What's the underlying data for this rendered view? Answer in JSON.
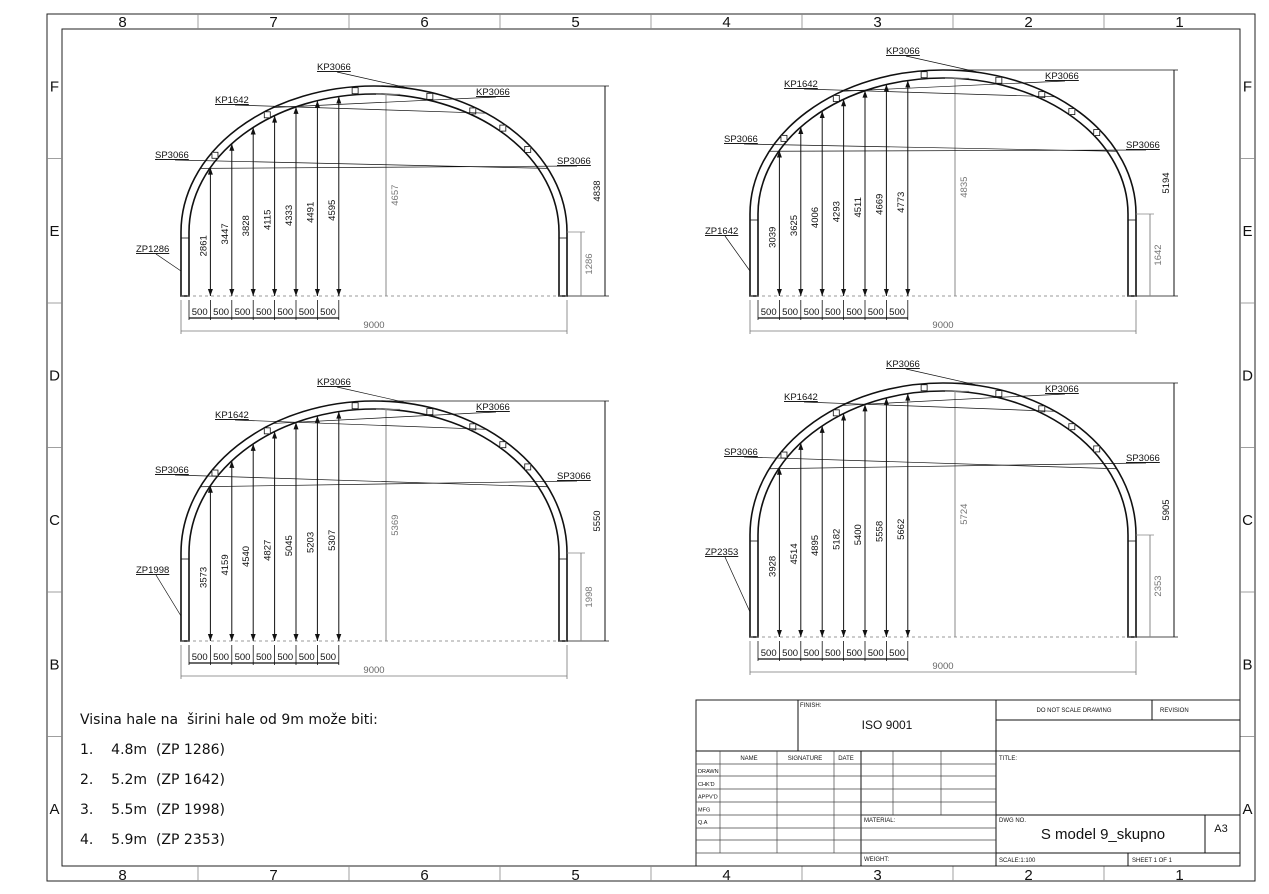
{
  "border": {
    "columns": [
      "8",
      "7",
      "6",
      "5",
      "4",
      "3",
      "2",
      "1"
    ],
    "rows": [
      "F",
      "E",
      "D",
      "C",
      "B",
      "A"
    ]
  },
  "arches": [
    {
      "top_label": "KP3066",
      "upper_left_label": "KP1642",
      "upper_right_label": "KP3066",
      "side_left_label": "SP3066",
      "side_right_label": "SP3066",
      "foot_label": "ZP1286",
      "heights": [
        "2861",
        "3447",
        "3828",
        "4115",
        "4333",
        "4491",
        "4595"
      ],
      "center_height": "4657",
      "total_height": "4838",
      "foot_height": "1286",
      "spacings": [
        "500",
        "500",
        "500",
        "500",
        "500",
        "500",
        "500"
      ],
      "span": "9000"
    },
    {
      "top_label": "KP3066",
      "upper_left_label": "KP1642",
      "upper_right_label": "KP3066",
      "side_left_label": "SP3066",
      "side_right_label": "SP3066",
      "foot_label": "ZP1642",
      "heights": [
        "3039",
        "3625",
        "4006",
        "4293",
        "4511",
        "4669",
        "4773"
      ],
      "center_height": "4835",
      "total_height": "5194",
      "foot_height": "1642",
      "spacings": [
        "500",
        "500",
        "500",
        "500",
        "500",
        "500",
        "500"
      ],
      "span": "9000"
    },
    {
      "top_label": "KP3066",
      "upper_left_label": "KP1642",
      "upper_right_label": "KP3066",
      "side_left_label": "SP3066",
      "side_right_label": "SP3066",
      "foot_label": "ZP1998",
      "heights": [
        "3573",
        "4159",
        "4540",
        "4827",
        "5045",
        "5203",
        "5307"
      ],
      "center_height": "5369",
      "total_height": "5550",
      "foot_height": "1998",
      "spacings": [
        "500",
        "500",
        "500",
        "500",
        "500",
        "500",
        "500"
      ],
      "span": "9000"
    },
    {
      "top_label": "KP3066",
      "upper_left_label": "KP1642",
      "upper_right_label": "KP3066",
      "side_left_label": "SP3066",
      "side_right_label": "SP3066",
      "foot_label": "ZP2353",
      "heights": [
        "3928",
        "4514",
        "4895",
        "5182",
        "5400",
        "5558",
        "5662"
      ],
      "center_height": "5724",
      "total_height": "5905",
      "foot_height": "2353",
      "spacings": [
        "500",
        "500",
        "500",
        "500",
        "500",
        "500",
        "500"
      ],
      "span": "9000"
    }
  ],
  "notes": {
    "heading": "Visina hale na  širini hale od 9m može biti:",
    "items": [
      {
        "num": "1.",
        "text": "4.8m  (ZP 1286)"
      },
      {
        "num": "2.",
        "text": "5.2m  (ZP 1642)"
      },
      {
        "num": "3.",
        "text": "5.5m  (ZP 1998)"
      },
      {
        "num": "4.",
        "text": "5.9m  (ZP 2353)"
      }
    ]
  },
  "title_block": {
    "finish_label": "FINISH:",
    "finish_value": "ISO 9001",
    "do_not_scale": "DO NOT SCALE DRAWING",
    "revision": "REVISION",
    "col_name": "NAME",
    "col_signature": "SIGNATURE",
    "col_date": "DATE",
    "row_labels": [
      "DRAWN",
      "CHK'D",
      "APPV'D",
      "MFG",
      "Q.A"
    ],
    "title_label": "TITLE:",
    "material_label": "MATERIAL:",
    "weight_label": "WEIGHT:",
    "dwg_no_label": "DWG NO.",
    "dwg_no_value": "S model 9_skupno",
    "size": "A3",
    "scale": "SCALE:1:100",
    "sheet": "SHEET 1 OF 1"
  }
}
